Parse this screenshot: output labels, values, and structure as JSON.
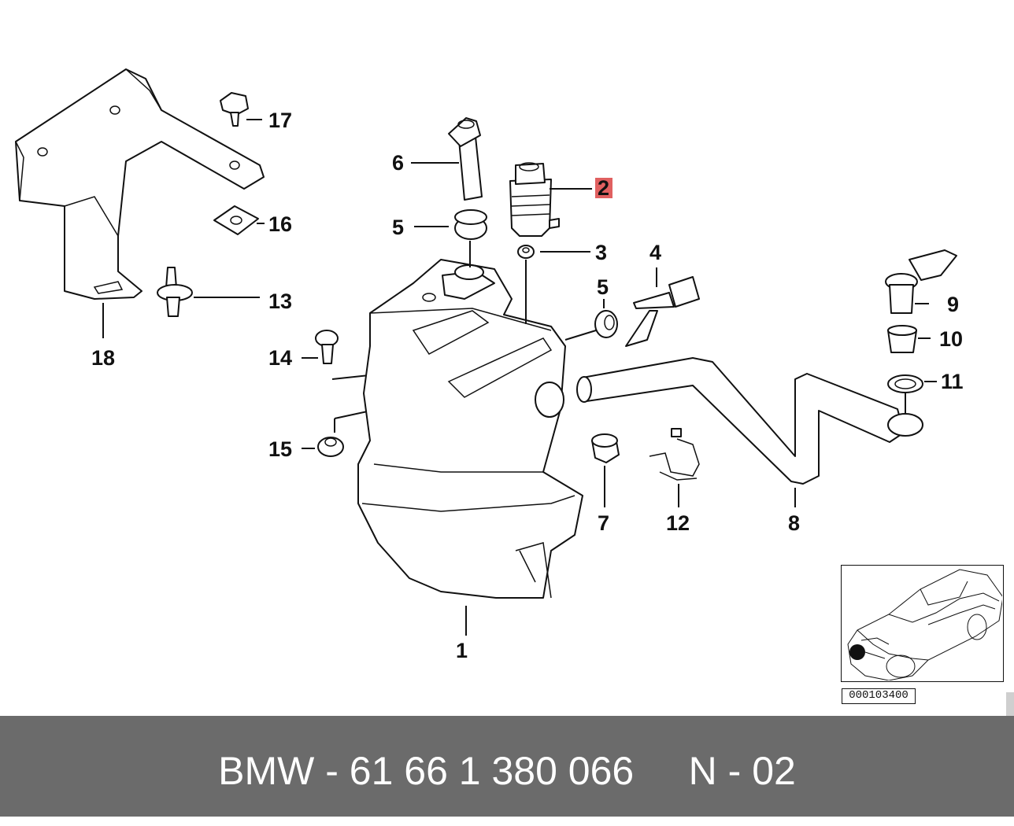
{
  "diagram": {
    "callouts": [
      "1",
      "2",
      "3",
      "4",
      "5",
      "5",
      "6",
      "7",
      "8",
      "9",
      "10",
      "11",
      "12",
      "13",
      "14",
      "15",
      "16",
      "17",
      "18"
    ],
    "highlight_callout": "2",
    "highlight_color": "#e06060"
  },
  "inset": {
    "ref_code": "000103400"
  },
  "footer": {
    "text": "BMW - 61 66 1 380 066     N - 02",
    "background": "#6b6b6b",
    "text_color": "#ffffff"
  }
}
